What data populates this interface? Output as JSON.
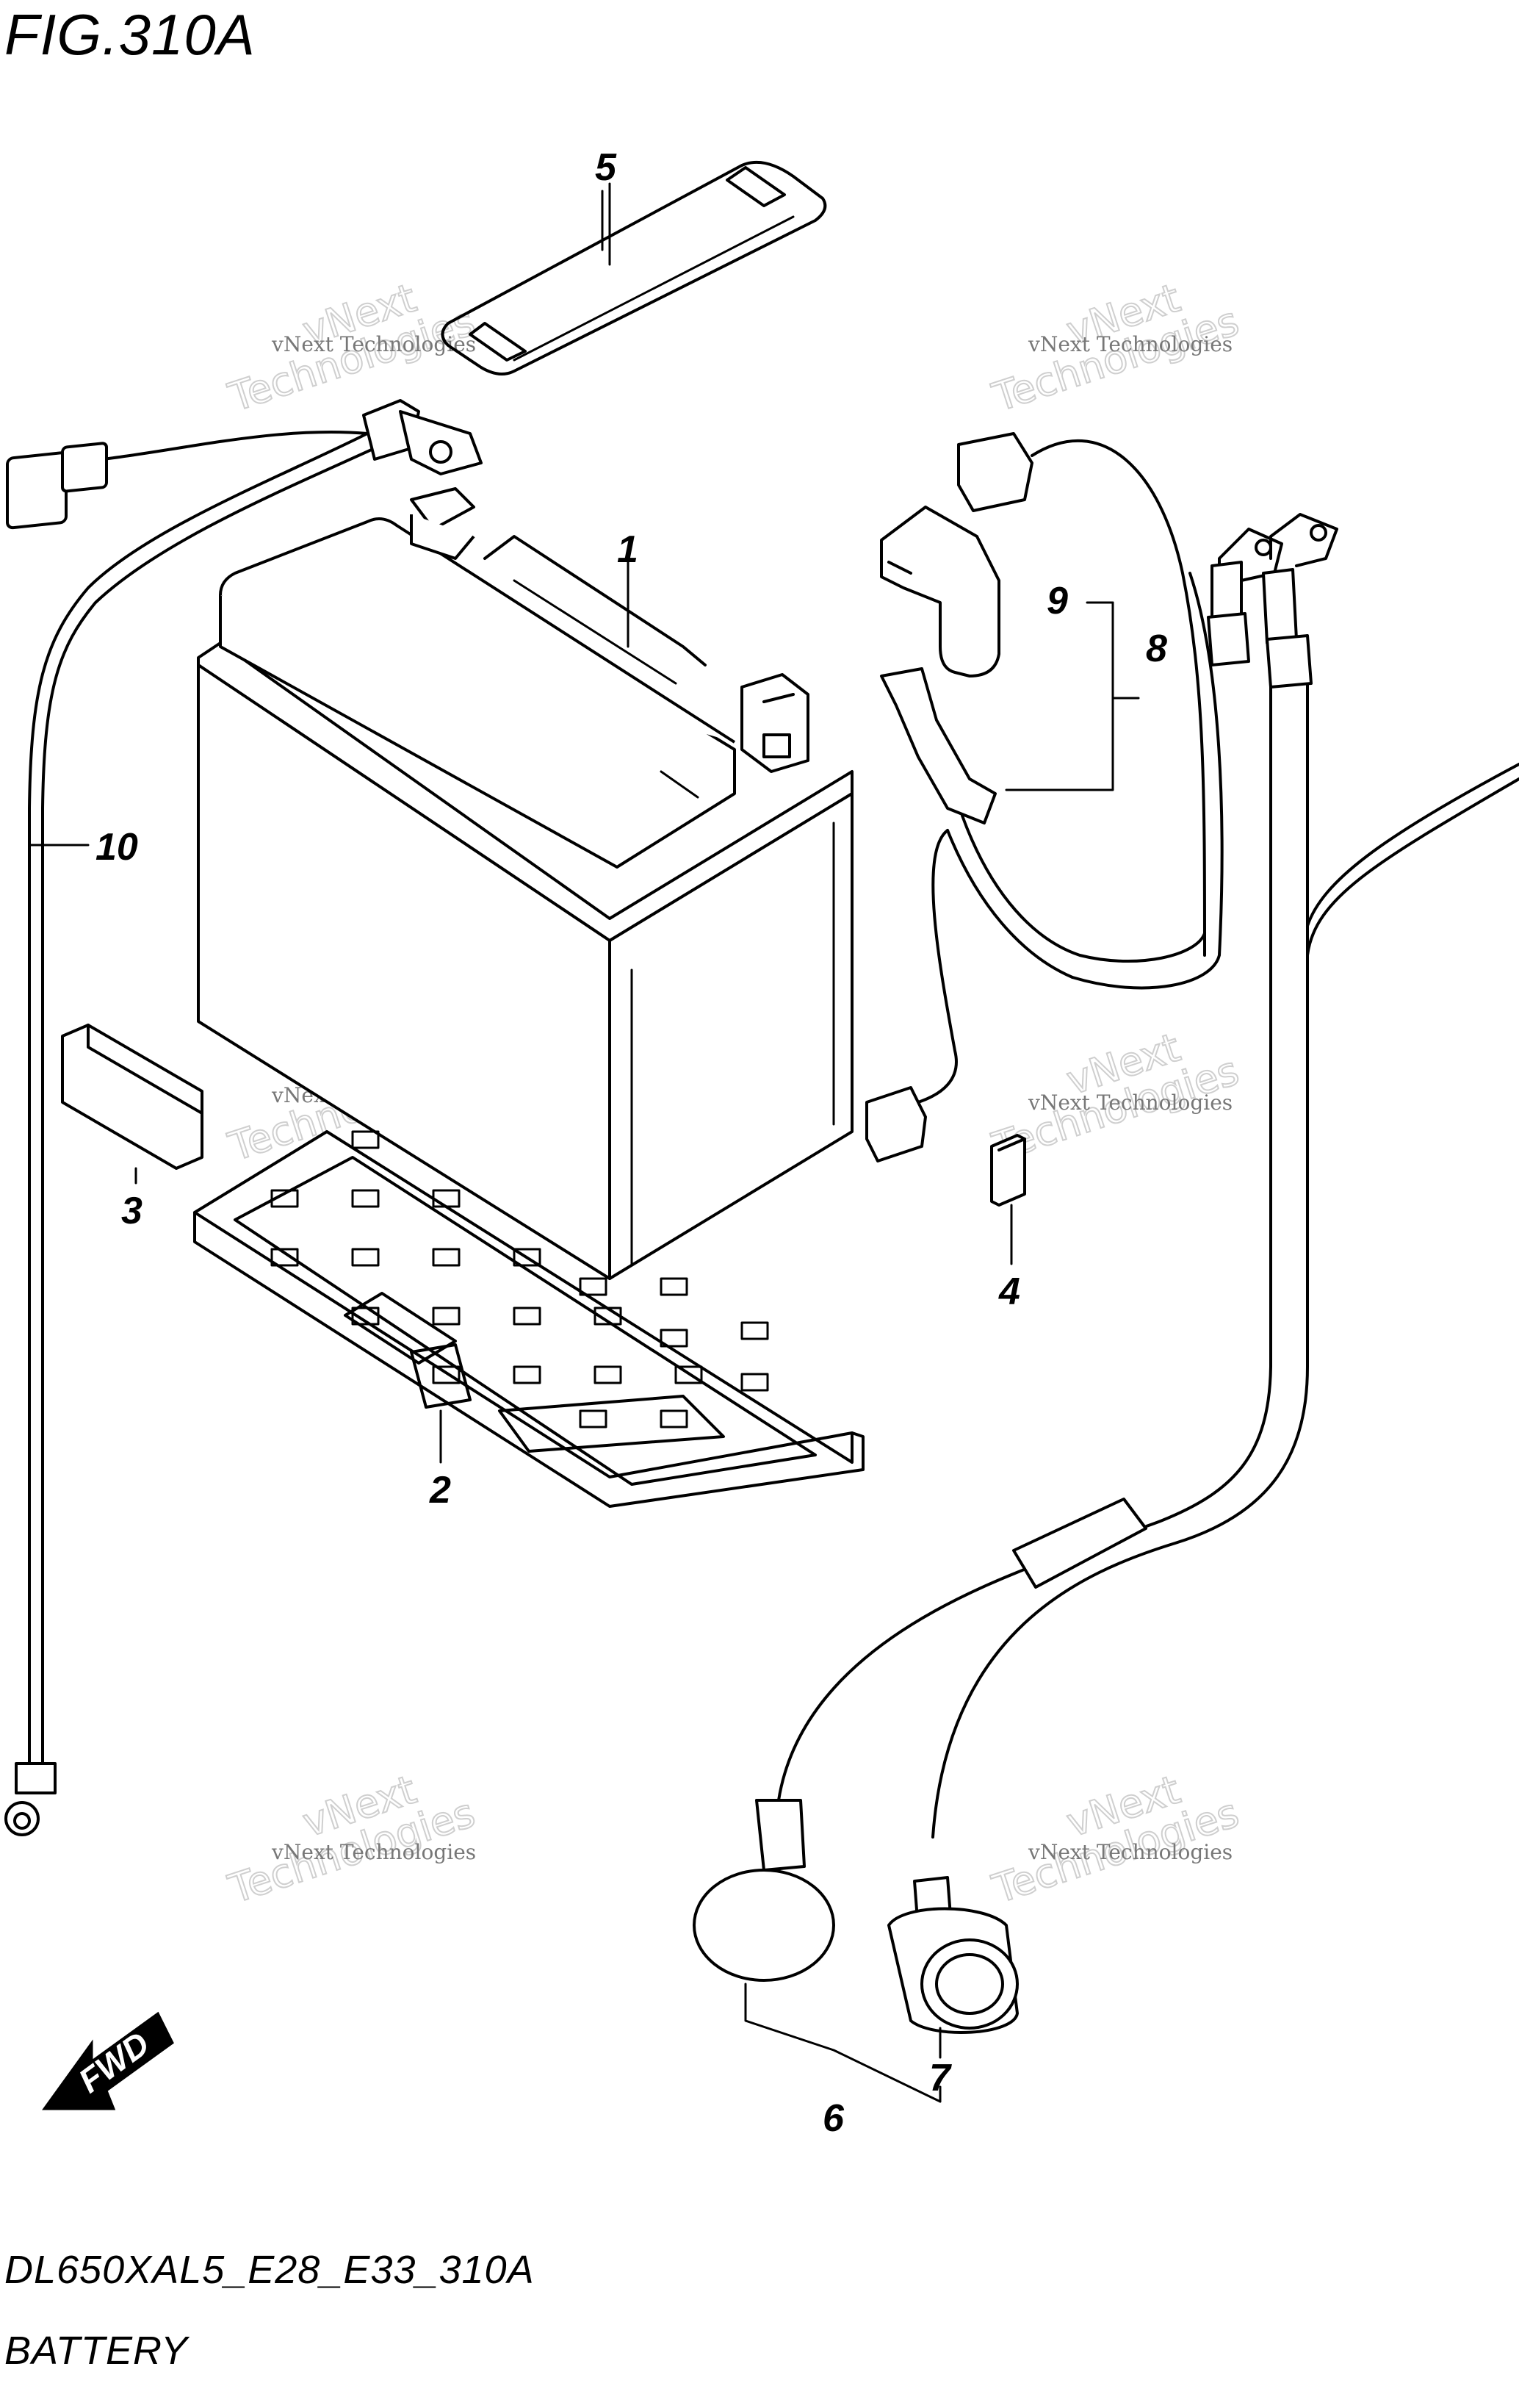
{
  "figure": {
    "title": "FIG.310A",
    "code": "DL650XAL5_E28_E33_310A",
    "caption": "BATTERY"
  },
  "direction_indicator": "FWD",
  "watermark": {
    "line1": "vNext Technologies",
    "line2": "vNext",
    "line3": "Technologies"
  },
  "callouts": [
    {
      "id": "1",
      "label": "1"
    },
    {
      "id": "2",
      "label": "2"
    },
    {
      "id": "3",
      "label": "3"
    },
    {
      "id": "4",
      "label": "4"
    },
    {
      "id": "5",
      "label": "5"
    },
    {
      "id": "6",
      "label": "6"
    },
    {
      "id": "7",
      "label": "7"
    },
    {
      "id": "8",
      "label": "8"
    },
    {
      "id": "9",
      "label": "9"
    },
    {
      "id": "10",
      "label": "10"
    }
  ]
}
